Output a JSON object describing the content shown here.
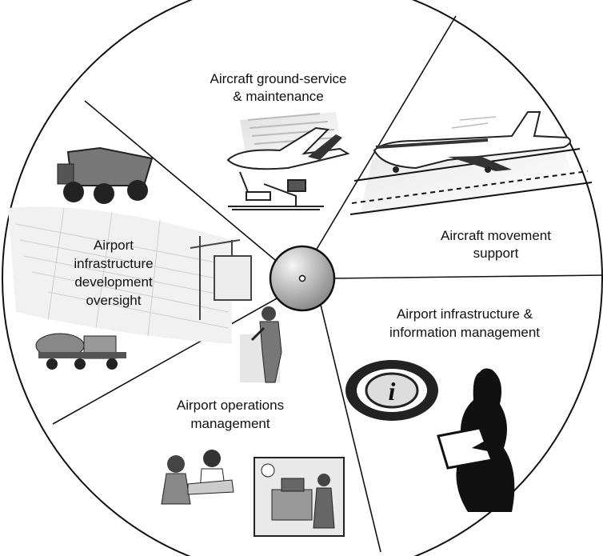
{
  "diagram": {
    "segments": [
      {
        "id": "ground-service",
        "lines": [
          "Aircraft ground-service",
          "& maintenance"
        ],
        "icon": "airplane-at-gate-icon"
      },
      {
        "id": "movement",
        "lines": [
          "Aircraft movement",
          "support"
        ],
        "icon": "airplane-takeoff-icon"
      },
      {
        "id": "info-mgmt",
        "lines": [
          "Airport infrastructure &",
          "information management"
        ],
        "icon": "information-person-icon"
      },
      {
        "id": "operations",
        "lines": [
          "Airport operations",
          "management"
        ],
        "icon": "operations-staff-icon"
      },
      {
        "id": "infra-dev",
        "lines": [
          "Airport",
          "infrastructure",
          "development",
          "oversight"
        ],
        "icon": "construction-site-icon"
      }
    ],
    "hub_icon": "center-hub-icon",
    "colors": {
      "outline": "#111111",
      "hub_light": "#f2f2f2",
      "hub_dark": "#8c8c8c",
      "art": "#3a3a3a"
    }
  }
}
